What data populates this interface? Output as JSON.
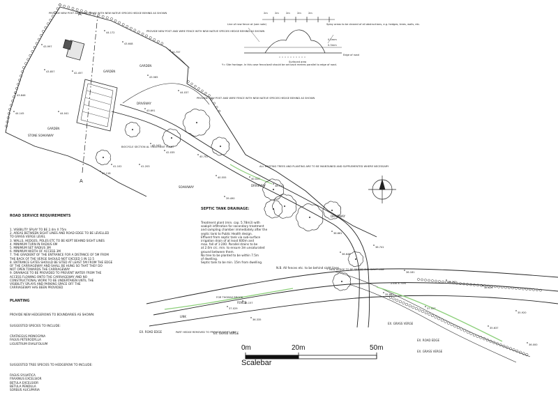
{
  "plan_labels": {
    "top_fence_note": "PROVIDE NEW POST AND WIRE FENCE WITH NEW NATIVE SPECIES HEDGE BEHIND AS SHOWN",
    "mid_fence_note": "PROVIDE NEW POST AND WIRE FENCE WITH NEW NATIVE SPECIES HEDGE BEHIND AS SHOWN",
    "right_fence_note": "PROVIDE NEW POST AND WIRE FENCE WITH NEW NATIVE SPECIES HEDGE BEHIND AS SHOWN",
    "garden_1": "GARDEN",
    "garden_2": "GARDEN",
    "garden_3": "GARDEN",
    "driveway_1": "DRIVEWAY",
    "driveway_2": "DRIVEWAY",
    "driveway_3": "DRIVEWAY",
    "stone_soakaway": "STONE SOAKAWAY",
    "bio_plant": "BIOCYCLE SECTION AL TREATMENT PLANT",
    "soakaway_label": "SOAKAWAY",
    "existing_trees": "ALL EXISTING TREES AND PLANTING ARE TO BE MAINTAINED AND SUPPLEMENTED WHERE NECESSARY",
    "new_hedge": "NEW HEDGE TO BE SET BEHIND SIGHT LINE",
    "section_mark_a": "A",
    "section_mark_a2": "A",
    "ex_road_edge_1": "EX. ROAD EDGE",
    "ex_road_edge_2": "EX. ROAD EDGE",
    "part_hedge": "PART HEDGE REMOVED TO PROVIDE SIGHT LINE",
    "ex_grass_verge_1": "EX. GRASS VERGE",
    "ex_grass_verge_2": "EX. GRASS VERGE",
    "ex_grass_verge_3": "EX. GRASS VERGE",
    "fence": "FENCE",
    "link": "LINK",
    "road_sign": "FOR THOMAS BROOK",
    "lane_text": "2.4m X 75m"
  },
  "levels": [
    "44.172",
    "43.997",
    "43.857",
    "43.846",
    "44.145",
    "44.041",
    "42.457",
    "43.648",
    "43.565",
    "44.737",
    "44.037",
    "43.691",
    "42.103",
    "42.035",
    "41.203",
    "41.102",
    "41.118",
    "40.702",
    "40.555",
    "39.490",
    "40.020",
    "38.710",
    "36.741",
    "36.661",
    "36.648",
    "36.181",
    "38.283",
    "38.624",
    "37.027",
    "35.867",
    "36.335",
    "35.920",
    "35.637",
    "38.157",
    "37.029",
    "36.000"
  ],
  "section_detail": {
    "top_dims": [
      "2m",
      "2m",
      "2m",
      "2m",
      "2m"
    ],
    "line_of_fence": "Line of new fence at (see note)",
    "splay": "Splay areas to be cleared of all obstructions, e.g. hedges, trees, walls, etc.",
    "edge_of_road": "Edge of road",
    "surfaced_area": "Surfaced area",
    "dim_a": "0.5mm",
    "dim_b": "0.3mm",
    "note": "Y= Site frontage. In this case fence/wall should be set back metres parallel to edge of road."
  },
  "road_service": {
    "title": "ROAD SERVICE REQUIREMENTS",
    "items": [
      "1. VISIBILITY SPLAY TO BE 2.4m X 75m",
      "2. AREAS BETWEEN SIGHT LINES AND ROAD EDGE TO BE LEVELLED",
      "   TO GRASS VERGE LEVEL",
      "3. WALLS, HEDGES, POLES ETC TO BE KEPT BEHIND SIGHT LINES",
      "4. MINIMUM TURN IN RADIUS 6M",
      "5. MINIMUM SET RADIUS 3M",
      "6. MINIMUM WIDTH OF ACCESS 3M",
      "7. THE GRADIENT OF THE ENTRANCE FOR A DISTANCE OF 5M FROM",
      "   THE BACK OF THE VERGE SHOULD NOT EXCEED 1 IN 12.5",
      "8. ENTRANCE GATES SHOULD BE SITED AT LEAST 5M FROM THE EDGE",
      "   OF THE CARRIAGEWAY AND SHALL BE HUNG SO THAT THEY DO",
      "   NOT OPEN TOWARDS THE CARRIAGEWAY",
      "9. DRAINAGE TO BE PROVIDED TO PREVENT WATER FROM THE",
      "   ACCESS FLOWING ONTO THE CARRIAGEWAY AND NO",
      "   CONSTRUCTIONAL WORK TO BE UNDERTAKEN UNTIL THE",
      "   VISIBILITY SPLAYS AND PARKING SPACE OFF THE",
      "   CARRIAGEWAY HAS BEEN PROVIDED"
    ]
  },
  "planting": {
    "title": "PLANTING",
    "intro": "PROVIDE NEW HEDGEROWS TO BOUNDARIES AS SHOWN:",
    "intro2": "SUGGESTED SPECIES TO INCLUDE:",
    "list1": [
      "CRATAEGUS MONOGYNA",
      "FAGUS PETERODYLLA",
      "LIGUSTRUM OVALIFOLIUM"
    ],
    "intro3": "SUGGESTED TREE SPECIES TO HEDGEROW TO INCLUDE:",
    "list2": [
      "FAGUS SYLVATICA",
      "FRAXINUS EXCELSIOR",
      "BETULA EXCELSIOR",
      "BETULA PENDULA",
      "SORBUS AUCUPARIA"
    ]
  },
  "septic": {
    "title": "SEPTIC TANK DRAINAGE:",
    "lines": [
      "Treatment plant (min. cap. 5.78m3) with",
      "soakpit infiltration for secondary treatment",
      "and sampling chamber immediately after the",
      "septic tank to Public Health design.",
      "",
      "Effluent from septic tank via sub-surface",
      "irrigation drain of at least 600m and",
      "max. fall of 1:200. Parallel drains to be",
      "at 2.0m c/c. min. to ensure 3m unsaturated",
      "ground between them.",
      "No tree to be planted to be within 7.5m",
      "of dwelling.",
      "Septic tank to be min. 15m from dwelling."
    ]
  },
  "fence_note": "N.B. All fences etc. to be behind sight lines.",
  "scalebar": {
    "title": "Scalebar",
    "labels": [
      "0m",
      "20m",
      "50m"
    ],
    "ticks": [
      0,
      20,
      50
    ]
  }
}
